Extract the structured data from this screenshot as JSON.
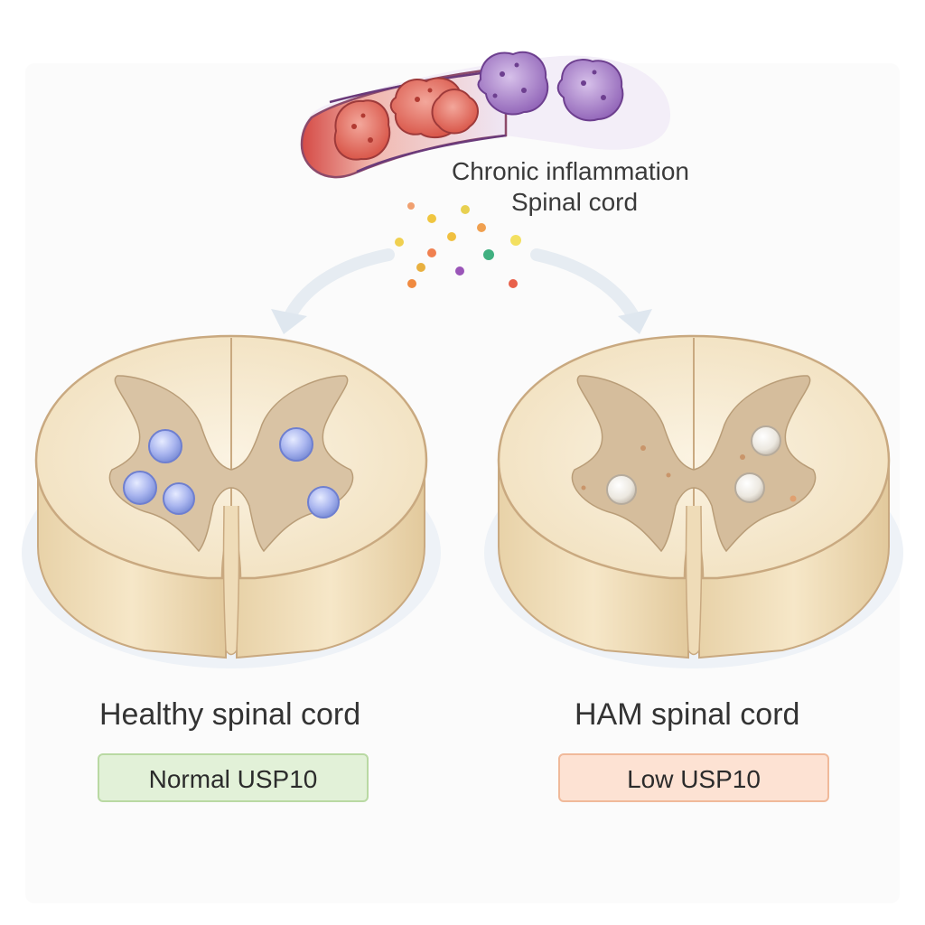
{
  "header": {
    "line1": "Chronic inflammation",
    "line2": "Spinal cord"
  },
  "panels": [
    {
      "caption": "Healthy spinal cord",
      "badge": "Normal USP10",
      "badge_bg": "#e2f1d8",
      "badge_border": "#b9d9a3",
      "cell_color": "#9aa8ea",
      "cell_icon": "usp10-positive-neuron-icon"
    },
    {
      "caption": "HAM spinal cord",
      "badge": "Low USP10",
      "badge_bg": "#fde2d3",
      "badge_border": "#f0b99a",
      "cell_color": "#eeeae4",
      "cell_icon": "depleted-neuron-icon"
    }
  ],
  "colors": {
    "white_matter": "#f7ecd4",
    "gray_matter": "#d8c2a4",
    "cord_side": "#efdcb8",
    "vessel": "#d9534f",
    "t_cell": "#e46a5a",
    "macrophage": "#a47dc4"
  }
}
